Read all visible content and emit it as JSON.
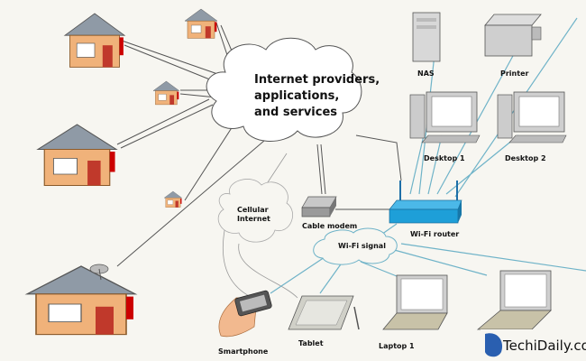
{
  "cloud": {
    "line1": "Internet providers,",
    "line2": "applications,",
    "line3": "and services"
  },
  "devices": {
    "nas": "NAS",
    "printer": "Printer",
    "desktop1": "Desktop 1",
    "desktop2": "Desktop 2",
    "cable_modem": "Cable modem",
    "wifi_router": "Wi-Fi router",
    "smartphone": "Smartphone",
    "tablet": "Tablet",
    "laptop1": "Laptop 1"
  },
  "cellular": {
    "line1": "Cellular",
    "line2": "Internet"
  },
  "wifi_signal": "Wi-Fi signal",
  "watermark": "TechiDaily.com",
  "colors": {
    "router": "#1e9fd8",
    "house_wall": "#f0b27a",
    "house_roof": "#8f9aa6",
    "wifi_link": "#6fb3c8"
  }
}
